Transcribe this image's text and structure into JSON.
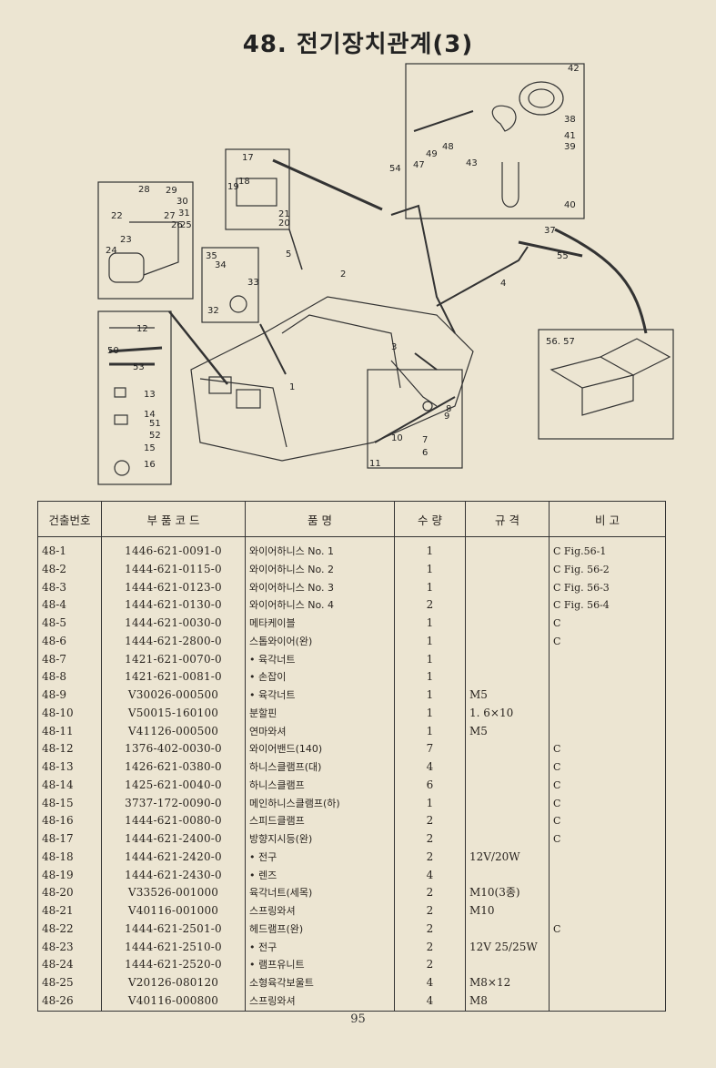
{
  "page": {
    "title": "48. 전기장치관계(3)",
    "page_number": "95"
  },
  "diagram": {
    "callouts": [
      "42",
      "38",
      "41",
      "39",
      "40",
      "48",
      "49",
      "47",
      "43",
      "54",
      "37",
      "55",
      "4",
      "56. 57",
      "17",
      "18",
      "19",
      "21",
      "20",
      "28",
      "29",
      "30",
      "27",
      "31",
      "22",
      "26",
      "25",
      "23",
      "24",
      "35",
      "34",
      "33",
      "32",
      "5",
      "2",
      "3",
      "1",
      "12",
      "50",
      "53",
      "13",
      "14",
      "51",
      "52",
      "15",
      "16",
      "9",
      "8",
      "7",
      "10",
      "6",
      "11"
    ]
  },
  "table": {
    "headers": [
      "건출번호",
      "부 품 코 드",
      "품 명",
      "수 량",
      "규 격",
      "비 고"
    ],
    "rows": [
      {
        "no": "48-1",
        "code": "1446-621-0091-0",
        "name": "와이어하니스 No. 1",
        "qty": "1",
        "spec": "",
        "note": "C Fig.56-1"
      },
      {
        "no": "48-2",
        "code": "1444-621-0115-0",
        "name": "와이어하니스 No. 2",
        "qty": "1",
        "spec": "",
        "note": "C Fig. 56-2"
      },
      {
        "no": "48-3",
        "code": "1444-621-0123-0",
        "name": "와이어하니스 No. 3",
        "qty": "1",
        "spec": "",
        "note": "C Fig. 56-3"
      },
      {
        "no": "48-4",
        "code": "1444-621-0130-0",
        "name": "와이어하니스 No. 4",
        "qty": "2",
        "spec": "",
        "note": "C Fig. 56-4"
      },
      {
        "no": "48-5",
        "code": "1444-621-0030-0",
        "name": "메타케이블",
        "qty": "1",
        "spec": "",
        "note": "C"
      },
      {
        "no": "48-6",
        "code": "1444-621-2800-0",
        "name": "스톱와이어(완)",
        "qty": "1",
        "spec": "",
        "note": "C"
      },
      {
        "no": "48-7",
        "code": "1421-621-0070-0",
        "name": "• 육각너트",
        "qty": "1",
        "spec": "",
        "note": ""
      },
      {
        "no": "48-8",
        "code": "1421-621-0081-0",
        "name": "• 손잡이",
        "qty": "1",
        "spec": "",
        "note": ""
      },
      {
        "no": "48-9",
        "code": "V30026-000500",
        "name": "• 육각너트",
        "qty": "1",
        "spec": "M5",
        "note": ""
      },
      {
        "no": "48-10",
        "code": "V50015-160100",
        "name": "분할핀",
        "qty": "1",
        "spec": "1. 6×10",
        "note": ""
      },
      {
        "no": "48-11",
        "code": "V41126-000500",
        "name": "연마와셔",
        "qty": "1",
        "spec": "M5",
        "note": ""
      },
      {
        "no": "48-12",
        "code": "1376-402-0030-0",
        "name": "와이어밴드(140)",
        "qty": "7",
        "spec": "",
        "note": "C"
      },
      {
        "no": "48-13",
        "code": "1426-621-0380-0",
        "name": "하니스클램프(대)",
        "qty": "4",
        "spec": "",
        "note": "C"
      },
      {
        "no": "48-14",
        "code": "1425-621-0040-0",
        "name": "하니스클램프",
        "qty": "6",
        "spec": "",
        "note": "C"
      },
      {
        "no": "48-15",
        "code": "3737-172-0090-0",
        "name": "메인하니스클램프(하)",
        "qty": "1",
        "spec": "",
        "note": "C"
      },
      {
        "no": "48-16",
        "code": "1444-621-0080-0",
        "name": "스피드클램프",
        "qty": "2",
        "spec": "",
        "note": "C"
      },
      {
        "no": "48-17",
        "code": "1444-621-2400-0",
        "name": "방향지시등(완)",
        "qty": "2",
        "spec": "",
        "note": "C"
      },
      {
        "no": "48-18",
        "code": "1444-621-2420-0",
        "name": "• 전구",
        "qty": "2",
        "spec": "12V/20W",
        "note": ""
      },
      {
        "no": "48-19",
        "code": "1444-621-2430-0",
        "name": "• 렌즈",
        "qty": "4",
        "spec": "",
        "note": ""
      },
      {
        "no": "48-20",
        "code": "V33526-001000",
        "name": "육각너트(세목)",
        "qty": "2",
        "spec": "M10(3종)",
        "note": ""
      },
      {
        "no": "48-21",
        "code": "V40116-001000",
        "name": "스프링와셔",
        "qty": "2",
        "spec": "M10",
        "note": ""
      },
      {
        "no": "48-22",
        "code": "1444-621-2501-0",
        "name": "헤드램프(완)",
        "qty": "2",
        "spec": "",
        "note": "C"
      },
      {
        "no": "48-23",
        "code": "1444-621-2510-0",
        "name": "• 전구",
        "qty": "2",
        "spec": "12V 25/25W",
        "note": ""
      },
      {
        "no": "48-24",
        "code": "1444-621-2520-0",
        "name": "• 램프유니트",
        "qty": "2",
        "spec": "",
        "note": ""
      },
      {
        "no": "48-25",
        "code": "V20126-080120",
        "name": "소형육각보울트",
        "qty": "4",
        "spec": "M8×12",
        "note": ""
      },
      {
        "no": "48-26",
        "code": "V40116-000800",
        "name": "스프링와셔",
        "qty": "4",
        "spec": "M8",
        "note": ""
      }
    ]
  }
}
